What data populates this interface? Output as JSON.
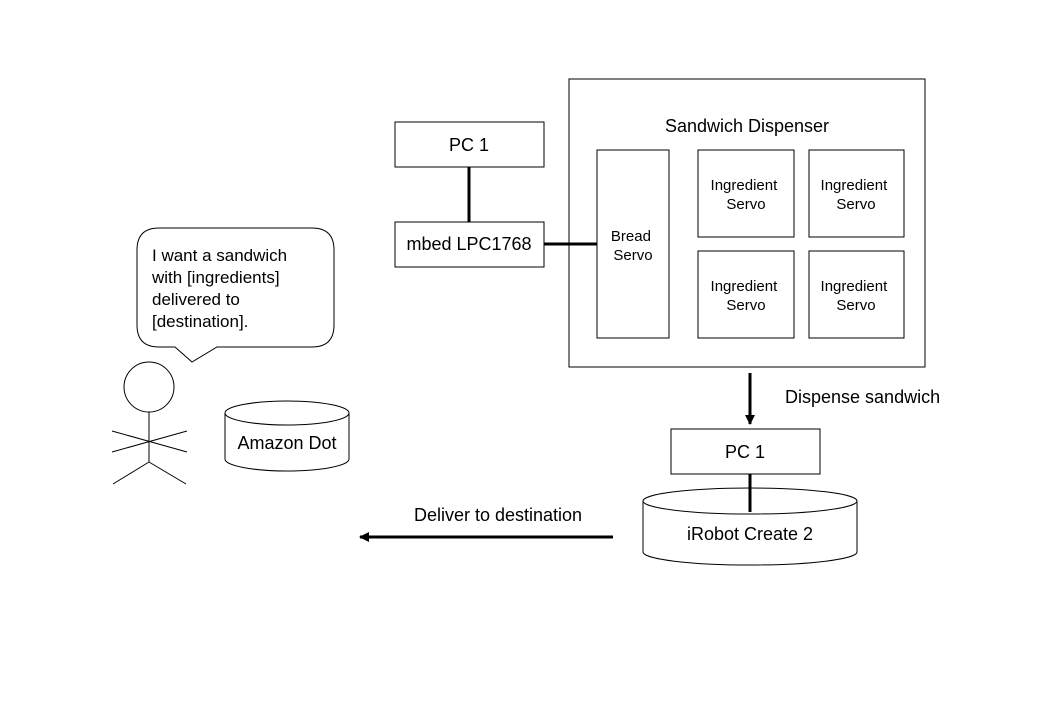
{
  "sandwich_dispenser": {
    "title": "Sandwich Dispenser",
    "bread_servo": [
      "Bread",
      "Servo"
    ],
    "ingredient_servos": [
      [
        "Ingredient",
        "Servo"
      ],
      [
        "Ingredient",
        "Servo"
      ],
      [
        "Ingredient",
        "Servo"
      ],
      [
        "Ingredient",
        "Servo"
      ]
    ]
  },
  "pc_top": "PC 1",
  "mbed": "mbed LPC1768",
  "speech_bubble": [
    "I want a sandwich",
    "with [ingredients]",
    "delivered to",
    "[destination]."
  ],
  "amazon_dot": "Amazon Dot",
  "dispense_label": "Dispense sandwich",
  "pc_bottom": "PC 1",
  "irobot": "iRobot Create 2",
  "deliver_label": "Deliver to destination"
}
